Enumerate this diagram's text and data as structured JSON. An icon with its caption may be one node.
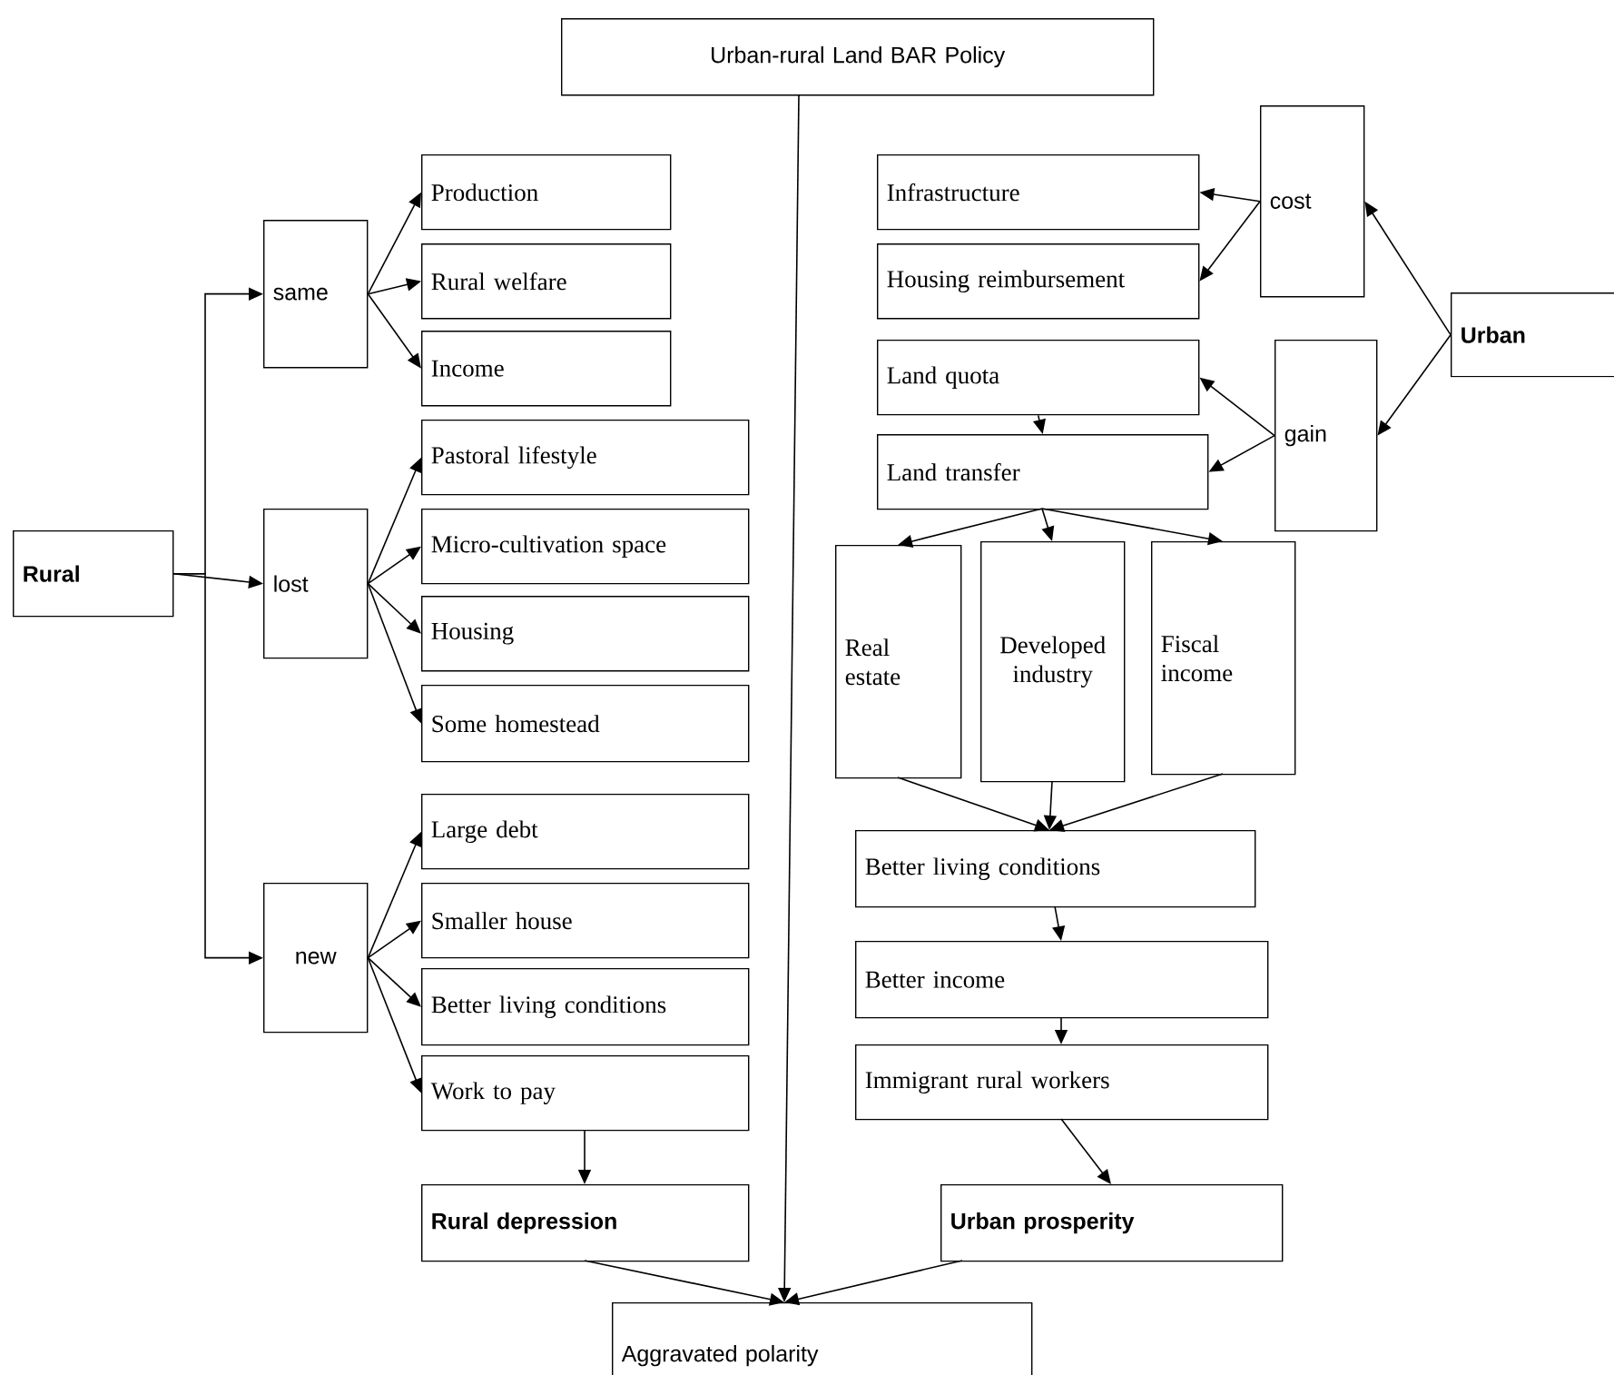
{
  "diagram": {
    "nodes": [
      {
        "text": [
          "Urban-rural Land BAR Policy"
        ]
      },
      {
        "text": [
          "Rural"
        ]
      },
      {
        "text": [
          "same"
        ]
      },
      {
        "text": [
          "lost"
        ]
      },
      {
        "text": [
          "new"
        ]
      },
      {
        "text": [
          "Production"
        ]
      },
      {
        "text": [
          "Rural welfare"
        ]
      },
      {
        "text": [
          "Income"
        ]
      },
      {
        "text": [
          "Pastoral lifestyle"
        ]
      },
      {
        "text": [
          "Micro-cultivation space"
        ]
      },
      {
        "text": [
          "Housing"
        ]
      },
      {
        "text": [
          "Some homestead"
        ]
      },
      {
        "text": [
          "Large debt"
        ]
      },
      {
        "text": [
          "Smaller house"
        ]
      },
      {
        "text": [
          "Better living conditions"
        ]
      },
      {
        "text": [
          "Work to pay"
        ]
      },
      {
        "text": [
          "Rural depression"
        ]
      },
      {
        "text": [
          "Aggravated polarity"
        ]
      },
      {
        "text": [
          "Urban"
        ]
      },
      {
        "text": [
          "cost"
        ]
      },
      {
        "text": [
          "gain"
        ]
      },
      {
        "text": [
          "Infrastructure"
        ]
      },
      {
        "text": [
          "Housing reimbursement"
        ]
      },
      {
        "text": [
          "Land quota"
        ]
      },
      {
        "text": [
          "Land transfer"
        ]
      },
      {
        "text": [
          "Real estate"
        ]
      },
      {
        "text": [
          "Developed industry"
        ]
      },
      {
        "text": [
          "Fiscal income"
        ]
      },
      {
        "text": [
          "Better living conditions"
        ]
      },
      {
        "text": [
          "Better income"
        ]
      },
      {
        "text": [
          "Immigrant rural workers"
        ]
      },
      {
        "text": [
          "Urban prosperity"
        ]
      }
    ],
    "edges": [
      {
        "from": 1,
        "to": 2,
        "arrow": "to"
      },
      {
        "from": 1,
        "to": 3,
        "arrow": "to"
      },
      {
        "from": 1,
        "to": 4,
        "arrow": "to"
      },
      {
        "from": 2,
        "to": 5,
        "arrow": "to"
      },
      {
        "from": 2,
        "to": 6,
        "arrow": "to"
      },
      {
        "from": 2,
        "to": 7,
        "arrow": "to"
      },
      {
        "from": 3,
        "to": 8,
        "arrow": "to"
      },
      {
        "from": 3,
        "to": 9,
        "arrow": "to"
      },
      {
        "from": 3,
        "to": 10,
        "arrow": "to"
      },
      {
        "from": 3,
        "to": 11,
        "arrow": "to"
      },
      {
        "from": 4,
        "to": 12,
        "arrow": "to"
      },
      {
        "from": 4,
        "to": 13,
        "arrow": "to"
      },
      {
        "from": 4,
        "to": 14,
        "arrow": "to"
      },
      {
        "from": 4,
        "to": 15,
        "arrow": "to"
      },
      {
        "from": 15,
        "to": 16,
        "arrow": "to"
      },
      {
        "from": 16,
        "to": 17,
        "arrow": "to"
      },
      {
        "from": 0,
        "to": 17,
        "arrow": "to"
      },
      {
        "from": 31,
        "to": 17,
        "arrow": "to"
      },
      {
        "from": 18,
        "to": 19,
        "arrow": "to"
      },
      {
        "from": 18,
        "to": 20,
        "arrow": "to"
      },
      {
        "from": 19,
        "to": 21,
        "arrow": "to"
      },
      {
        "from": 19,
        "to": 22,
        "arrow": "to"
      },
      {
        "from": 20,
        "to": 23,
        "arrow": "to"
      },
      {
        "from": 20,
        "to": 24,
        "arrow": "to"
      },
      {
        "from": 23,
        "to": 24,
        "arrow": "to"
      },
      {
        "from": 24,
        "to": 25,
        "arrow": "to"
      },
      {
        "from": 24,
        "to": 26,
        "arrow": "to"
      },
      {
        "from": 24,
        "to": 27,
        "arrow": "to"
      },
      {
        "from": 25,
        "to": 28,
        "arrow": "to"
      },
      {
        "from": 26,
        "to": 28,
        "arrow": "to"
      },
      {
        "from": 27,
        "to": 28,
        "arrow": "to"
      },
      {
        "from": 28,
        "to": 29,
        "arrow": "to"
      },
      {
        "from": 29,
        "to": 30,
        "arrow": "to"
      },
      {
        "from": 30,
        "to": 31,
        "arrow": "to"
      }
    ]
  }
}
